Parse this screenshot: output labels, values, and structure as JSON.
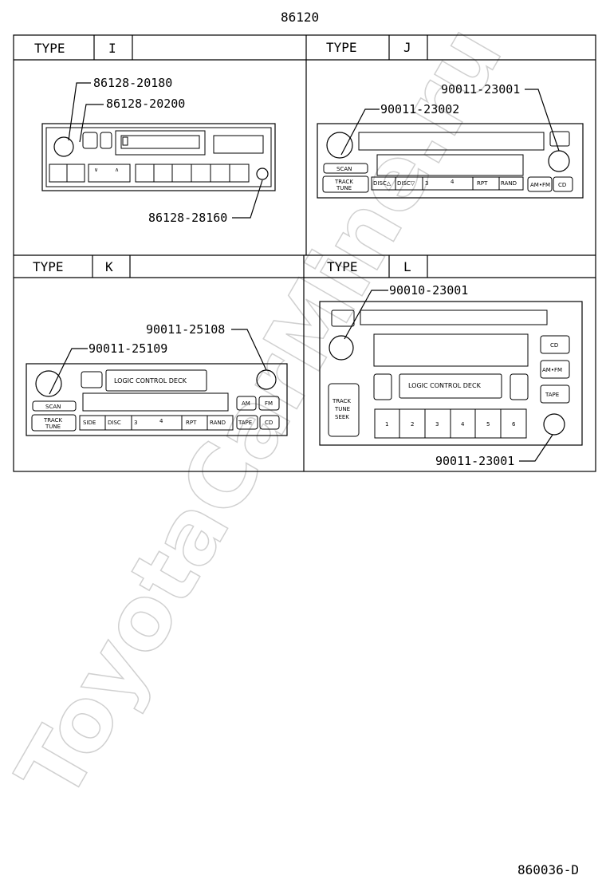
{
  "title": "86120",
  "footer_code": "860036-D",
  "watermark": "ToyotaCarMine.ru",
  "type_label": "TYPE",
  "panels": {
    "I": {
      "type": "I",
      "parts": [
        "86128-20180",
        "86128-20200",
        "86128-28160"
      ]
    },
    "J": {
      "type": "J",
      "parts": [
        "90011-23001",
        "90011-23002"
      ],
      "buttons": {
        "scan": "SCAN",
        "track": "TRACK",
        "tune": "TUNE",
        "amfm": "AM•FM",
        "cd": "CD",
        "presets": [
          "DISC△",
          "DISC▽",
          "3",
          "4",
          "RPT",
          "RAND"
        ]
      }
    },
    "K": {
      "type": "K",
      "parts": [
        "90011-25108",
        "90011-25109"
      ],
      "buttons": {
        "deck": "LOGIC CONTROL DECK",
        "scan": "SCAN",
        "track": "TRACK",
        "tune": "TUNE",
        "am": "AM",
        "fm": "FM",
        "tape": "TAPE",
        "cd": "CD",
        "presets": [
          "SIDE",
          "DISC",
          "3",
          "4",
          "RPT",
          "RAND"
        ]
      }
    },
    "L": {
      "type": "L",
      "parts": [
        "90010-23001",
        "90011-23001"
      ],
      "buttons": {
        "deck": "LOGIC CONTROL DECK",
        "cd": "CD",
        "amfm": "AM•FM",
        "tape": "TAPE",
        "track": "TRACK",
        "tune": "TUNE",
        "seek": "SEEK",
        "presets": [
          "1",
          "2",
          "3",
          "4",
          "5",
          "6"
        ]
      }
    }
  }
}
